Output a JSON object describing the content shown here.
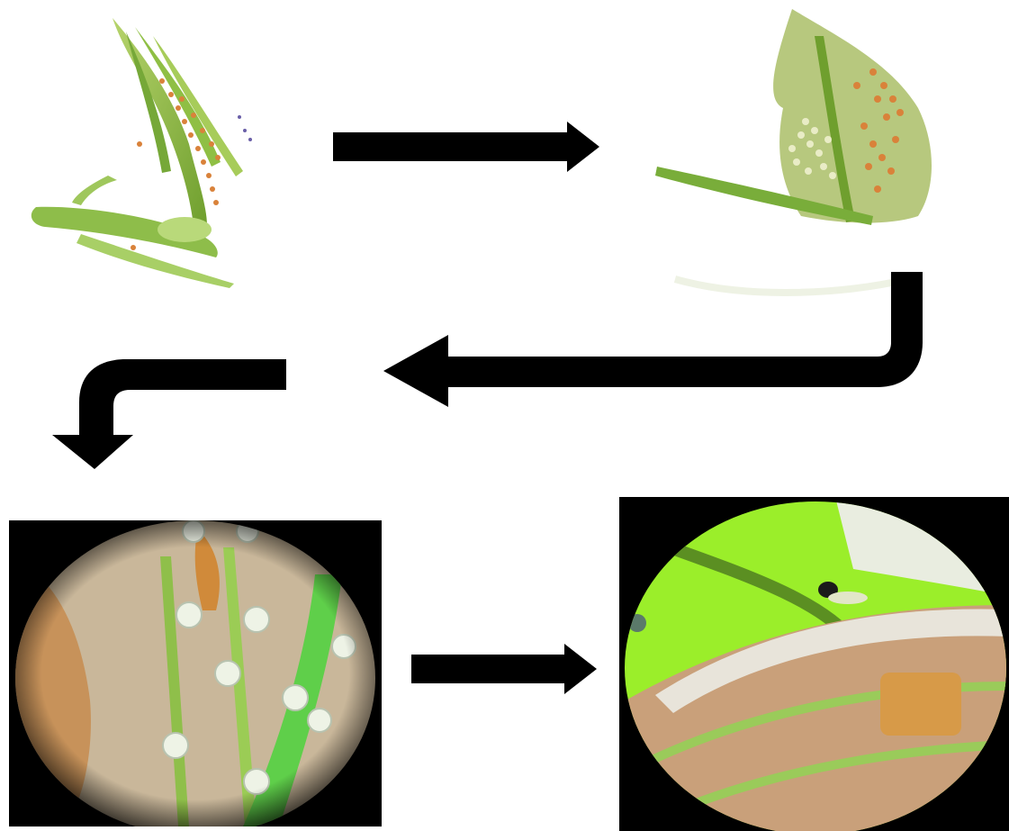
{
  "diagram": {
    "type": "process-sequence",
    "steps": [
      {
        "id": "step-1",
        "subject": "plant-stem-with-leaf-sheath",
        "order": 1
      },
      {
        "id": "step-2",
        "subject": "unrolled-leaf-with-eggs",
        "order": 2
      },
      {
        "id": "step-3",
        "subject": "microscope-view-eggs-on-leaf",
        "order": 3
      },
      {
        "id": "step-4",
        "subject": "microscope-view-hatched-larva",
        "order": 4
      }
    ],
    "arrows": [
      {
        "from": "step-1",
        "to": "step-2",
        "direction": "right"
      },
      {
        "from": "step-2",
        "to": "step-3",
        "direction": "left-then-down"
      },
      {
        "from": "step-3",
        "to": "step-4",
        "direction": "right"
      }
    ]
  },
  "colors": {
    "background": "#ffffff",
    "arrow": "#000000",
    "leaf_green": "#7fb23a",
    "leaf_light": "#c8dd8a",
    "egg_orange": "#d9823a",
    "egg_white": "#eef3e6",
    "micro_bg": "#000000",
    "leaf_tissue": "#c9b79a",
    "bright_green": "#9bee2a"
  }
}
